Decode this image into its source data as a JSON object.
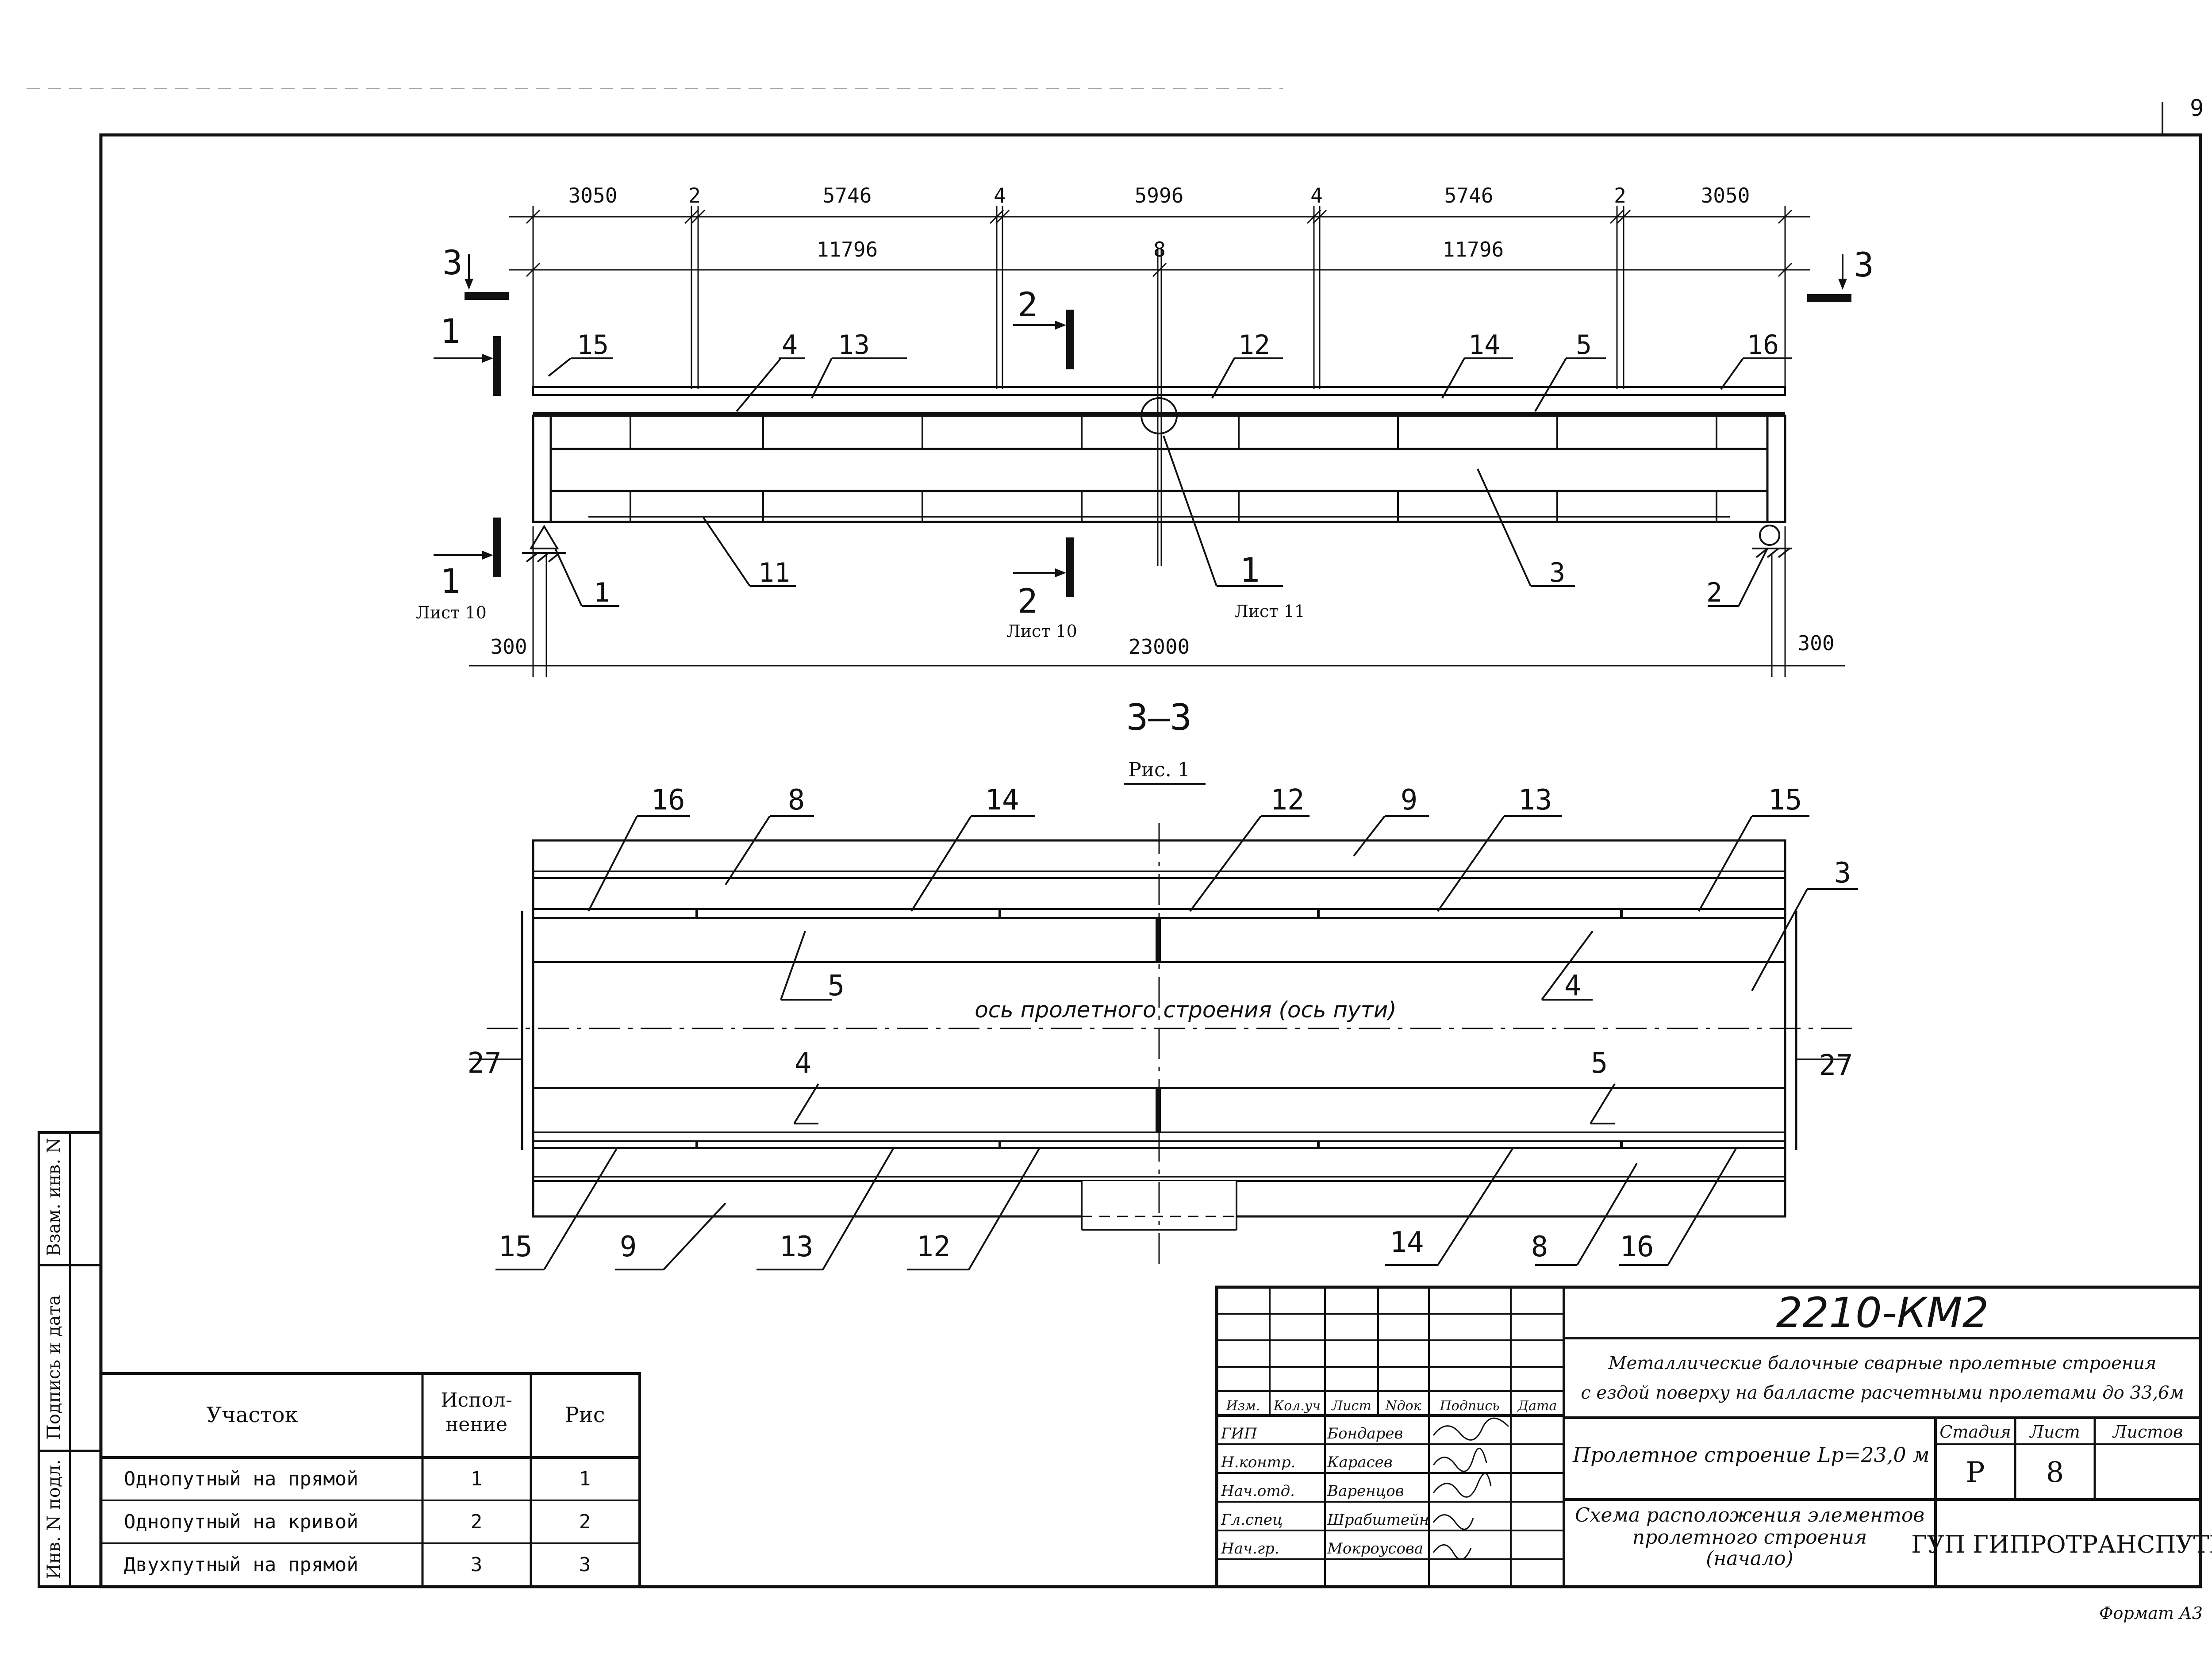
{
  "page_corner_number": "9",
  "plan": {
    "dims_top": [
      "3050",
      "2",
      "5746",
      "4",
      "5996",
      "4",
      "5746",
      "2",
      "3050"
    ],
    "dims_second": [
      "11796",
      "8",
      "11796"
    ],
    "dim_total": "23000",
    "dim_left_end": "300",
    "dim_right_end": "300",
    "section_marks": {
      "s3_left": "3",
      "s3_right": "3",
      "s1_top": "1",
      "s1_bottom": "1",
      "s2_top": "2",
      "s2_bottom": "2"
    },
    "sheet_refs": {
      "s1": "Лист 10",
      "s2": "Лист 10",
      "node1": "Лист 11"
    },
    "callouts": [
      "15",
      "4",
      "13",
      "12",
      "14",
      "5",
      "16",
      "11",
      "1",
      "1",
      "3",
      "2"
    ]
  },
  "section_view": {
    "title": "3–3",
    "figure": "Рис. 1",
    "axis_label": "ось пролетного строения (ось пути)",
    "callouts_top": [
      "16",
      "8",
      "14",
      "12",
      "9",
      "13",
      "15",
      "3"
    ],
    "callouts_middle": [
      "5",
      "4",
      "4",
      "5",
      "27",
      "27"
    ],
    "callouts_bottom": [
      "15",
      "9",
      "13",
      "12",
      "14",
      "8",
      "16"
    ]
  },
  "side_strip": {
    "inv_podl": "Инв. N подл.",
    "podpis_data": "Подпись и дата",
    "vzam_inv": "Взам. инв. N"
  },
  "variants_table": {
    "headers": [
      "Участок",
      "Испол-\nнение",
      "Рис"
    ],
    "rows": [
      [
        "Однопутный на прямой",
        "1",
        "1"
      ],
      [
        "Однопутный на кривой",
        "2",
        "2"
      ],
      [
        "Двухпутный на прямой",
        "3",
        "3"
      ]
    ]
  },
  "title_block": {
    "doc_code": "2210-КМ2",
    "title_line1": "Металлические балочные сварные пролетные строения",
    "title_line2": "с ездой поверху на балласте расчетными пролетами до 33,6м",
    "rev_headers": [
      "Изм.",
      "Кол.уч",
      "Лист",
      "Nдок",
      "Подпись",
      "Дата"
    ],
    "signers": [
      {
        "role": "ГИП",
        "name": "Бондарев"
      },
      {
        "role": "Н.контр.",
        "name": "Карасев"
      },
      {
        "role": "Нач.отд.",
        "name": "Варенцов"
      },
      {
        "role": "Гл.спец",
        "name": "Шрабштейн"
      },
      {
        "role": "Нач.гр.",
        "name": "Мокроусова"
      }
    ],
    "object_name": "Пролетное строение Lр=23,0 м",
    "stage_label": "Стадия",
    "sheet_label": "Лист",
    "sheets_label": "Листов",
    "stage": "Р",
    "sheet": "8",
    "sheets": "",
    "drawing_name_1": "Схема расположения элементов",
    "drawing_name_2": "пролетного строения",
    "drawing_name_3": "(начало)",
    "organization": "ГУП ГИПРОТРАНСПУТЬ"
  },
  "format_label": "Формат А3"
}
